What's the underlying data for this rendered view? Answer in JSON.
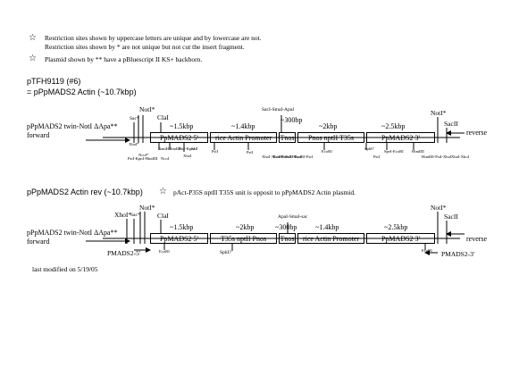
{
  "notes": [
    {
      "star": "☆",
      "lines": [
        "Restriction sites shown by uppercase letters are unique and by lowercase are not.",
        "Restriction sites shown by * are not unique but not cut the insert fragment."
      ]
    },
    {
      "star": "☆",
      "lines": [
        "Plasmid shown by ** have a pBluescript II KS+ backborn."
      ]
    }
  ],
  "map1": {
    "title": "pTFH9119 (#6)",
    "subtitle": "= pPpMADS2 Actin  (~10.7kbp)",
    "label_left": "pPpMADS2 twin-NotI ΔApa**",
    "forward": "forward",
    "reverse": "reverse",
    "segments": [
      {
        "label": "PpMADS2 5'",
        "size": "~1.5kbp"
      },
      {
        "label": "rice Actin Promoter",
        "size": "~1.4kbp"
      },
      {
        "label": "Tnos",
        "size": "~300bp"
      },
      {
        "label": "Pnos nptII T35s",
        "size": "~2kbp"
      },
      {
        "label": "PpMADS2 3'",
        "size": "~2.5kbp"
      }
    ],
    "top_sites": {
      "sac": "Sac*",
      "not_left": "NotI*",
      "cla": "ClaI",
      "apa": "SacI-SmaI-ApaI",
      "not_right": "NotI*",
      "sac_right": "SacII"
    },
    "bottom_sites": [
      "XbaI*",
      "BamHI",
      "NcoI*",
      "HindIII",
      "PstI-KpnI",
      "SalI",
      "XbaI-XhoI",
      "PstI-KpnI-HindIII",
      "NcoI",
      "XhoI",
      "PstI",
      "SphI?",
      "PstI",
      "EcoRI",
      "HindIII-PstI-XhoI",
      "XhoI-XbaI-BamHI-EcoRI-PstI",
      "EcoRI-PstI-XhoI",
      "PstI",
      "SpeI-EcoRI",
      "HindIII"
    ]
  },
  "map2": {
    "title": "pPpMADS2 Actin rev (~10.7kbp)",
    "star": "☆",
    "note": "pAct-P35S nptII T35S unit is opposit to pPpMADS2 Actin plasmid.",
    "label_left": "pPpMADS2 twin-NotI ΔApa**",
    "forward": "forward",
    "reverse": "reverse",
    "segments": [
      {
        "label": "PpMADS2 5'",
        "size": "~1.5kbp"
      },
      {
        "label": "T35s nptII Pnos",
        "size": "~2kbp"
      },
      {
        "label": "Tnos",
        "size": "~300bp"
      },
      {
        "label": "rice Actin Promoter",
        "size": "~1.4kbp"
      },
      {
        "label": "PpMADS2 3'",
        "size": "~2.5kbp"
      }
    ],
    "top_sites": {
      "xho": "XhoI*",
      "sac": "Sac*",
      "not_left": "NotI*",
      "cla": "ClaI",
      "apa": "ApaI-SmaI-sac",
      "not_right": "NotI*",
      "sac_right": "SacII"
    },
    "bottom_sites": [
      "PMADS2-5'",
      "SphI?",
      "EcoRI",
      "EcoRI",
      "PMADS2-3'"
    ]
  },
  "footer": "last modified on 5/19/05"
}
